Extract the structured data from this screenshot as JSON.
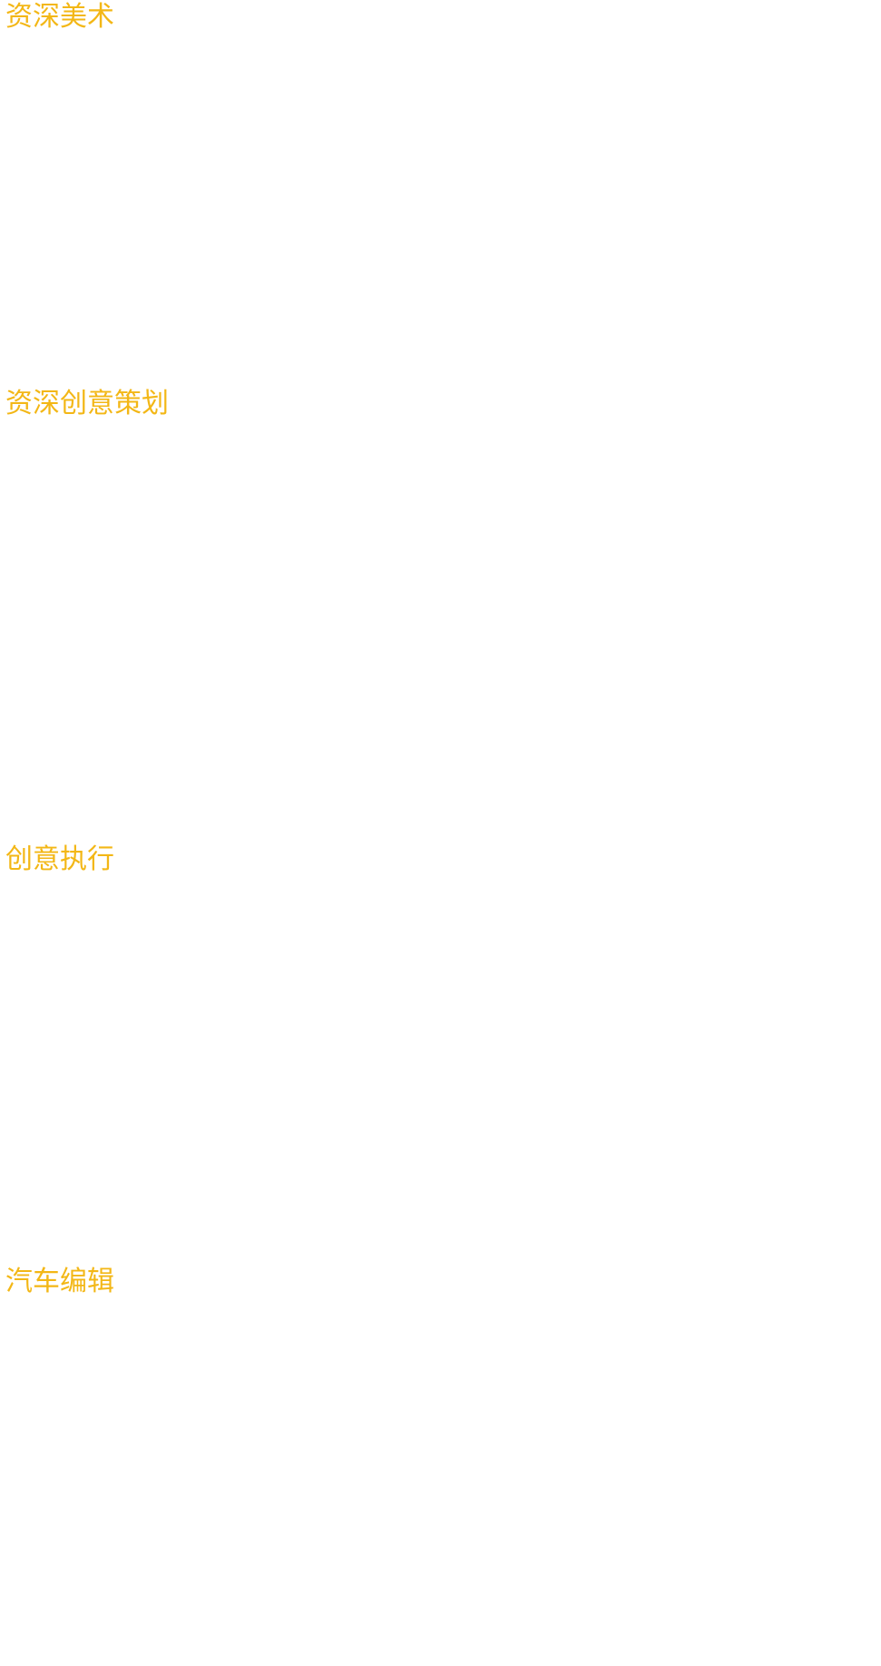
{
  "sections": [
    {
      "title": "资深美术"
    },
    {
      "title": "资深创意策划"
    },
    {
      "title": "创意执行"
    },
    {
      "title": "汽车编辑"
    }
  ],
  "colors": {
    "accent": "#f3b716",
    "background": "#ffffff"
  }
}
